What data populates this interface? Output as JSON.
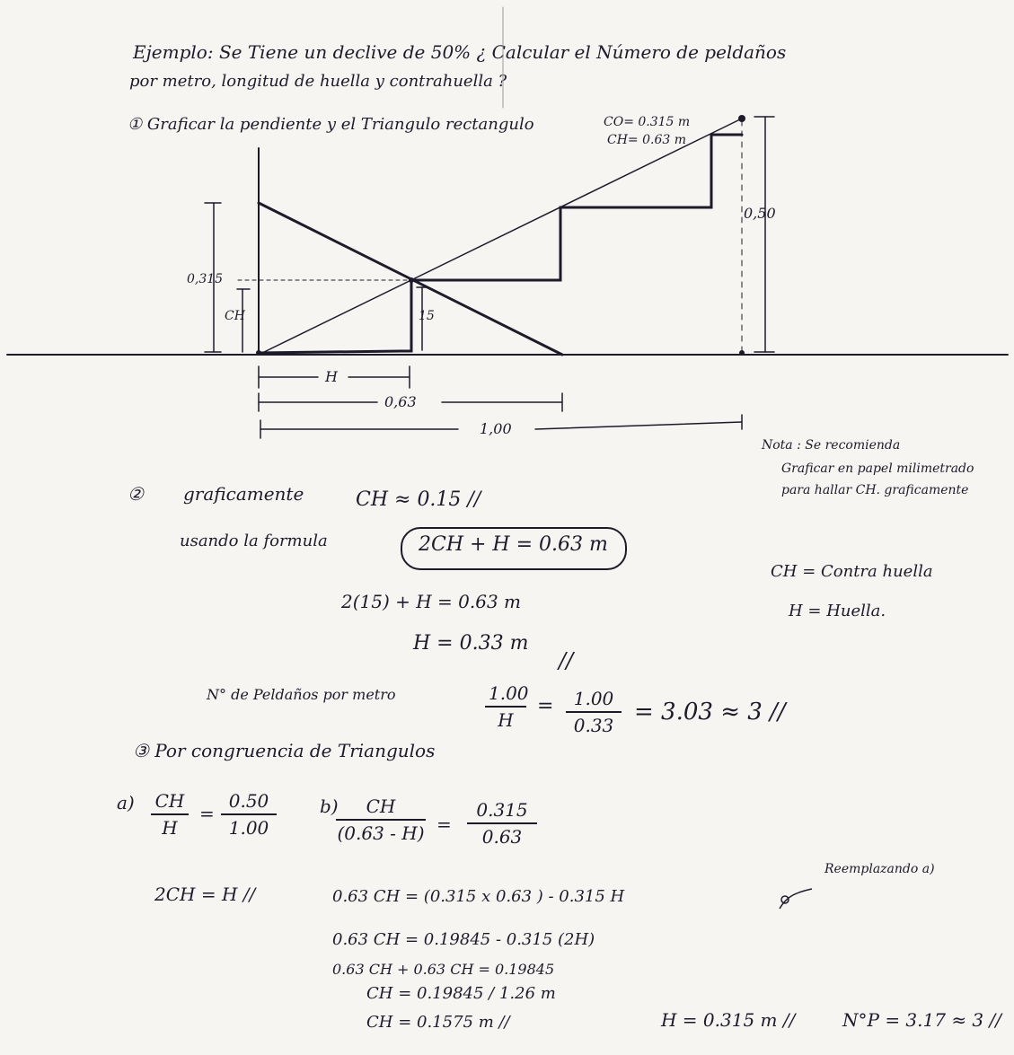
{
  "title": {
    "line1": "Ejemplo:  Se Tiene un declive de 50% ¿ Calcular el Número de peldaños",
    "line2": "por metro, longitud de huella y contrahuella ?"
  },
  "step1": {
    "text": "① Graficar  la pendiente y el Triangulo rectangulo",
    "co": "CO= 0.315 m",
    "ch": "CH= 0.63 m"
  },
  "diagram": {
    "label_050": "0,50",
    "label_0315": "0,315",
    "label_ch": "CH",
    "label_15": "15",
    "label_h": "H",
    "label_063": "0,63",
    "label_100": "1,00"
  },
  "note": {
    "line1": "Nota : Se recomienda",
    "line2": "Graficar en papel milimetrado",
    "line3": "para hallar CH. graficamente"
  },
  "step2": {
    "number": "②",
    "graph_text": "graficamente",
    "graph_result": "CH ≈ 0.15 //",
    "formula_text": "usando la formula",
    "formula": "2CH + H = 0.63 m",
    "eq1": "2(15) + H = 0.63 m",
    "eq2": "H = 0.33 m",
    "mark": "//",
    "steps_label": "N° de Peldaños por metro",
    "steps_f1_num": "1.00",
    "steps_f1_den": "H",
    "steps_f2_num": "1.00",
    "steps_f2_den": "0.33",
    "steps_result": "= 3.03 ≈ 3 //"
  },
  "definitions": {
    "ch": "CH =   Contra huella",
    "h": "H =    Huella."
  },
  "step3": {
    "text": "③ Por congruencia de Triangulos",
    "a_label": "a)",
    "a_num": "CH",
    "a_den": "H",
    "a_rnum": "0.50",
    "a_rden": "1.00",
    "b_label": "b)",
    "b_num": "CH",
    "b_den": "(0.63 - H)",
    "b_rnum": "0.315",
    "b_rden": "0.63",
    "eq_a": "2CH = H //",
    "reemplazando": "Reemplazando a)",
    "line1": "0.63 CH =   (0.315 x 0.63 ) - 0.315 H",
    "line2": "0.63 CH =     0.19845  - 0.315 (2H)",
    "line3": "0.63 CH + 0.63 CH =  0.19845",
    "line4": "CH =  0.19845 / 1.26   m",
    "line5": "CH =  0.1575  m //",
    "h_result": "H = 0.315 m //",
    "np_result": "N°P = 3.17 ≈ 3 //"
  }
}
